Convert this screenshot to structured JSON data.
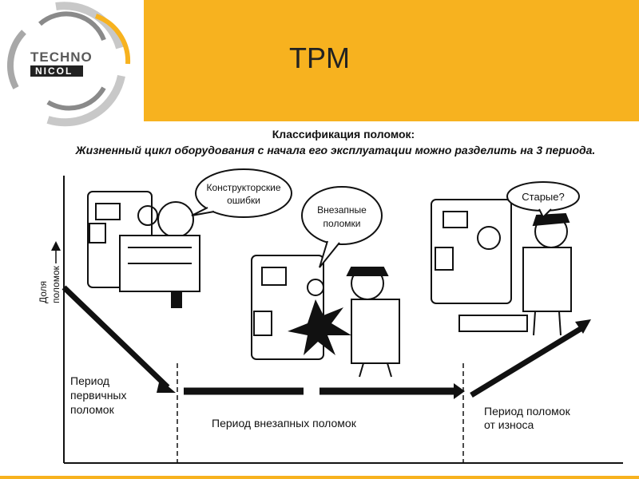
{
  "header": {
    "title": "TPM",
    "logo_top": "TECHNO",
    "logo_bottom": "NICOL",
    "colors": {
      "band": "#f7b21f",
      "logo_gray": "#9a9a9a",
      "logo_dark": "#222222"
    }
  },
  "intro": {
    "heading": "Классификация поломок:",
    "text": "Жизненный цикл оборудования с начала его эксплуатации можно разделить  на  3 периода."
  },
  "diagram": {
    "axis_label_1": "Доля",
    "axis_label_2": "поломок",
    "bubbles": {
      "design_errors_1": "Конструкторские",
      "design_errors_2": "ошибки",
      "sudden_1": "Внезапные",
      "sudden_2": "поломки",
      "old": "Старые?"
    },
    "periods": {
      "first_1": "Период",
      "first_2": "первичных",
      "first_3": "поломок",
      "sudden": "Период внезапных поломок",
      "wear_1": "Период поломок",
      "wear_2": "от износа"
    }
  }
}
